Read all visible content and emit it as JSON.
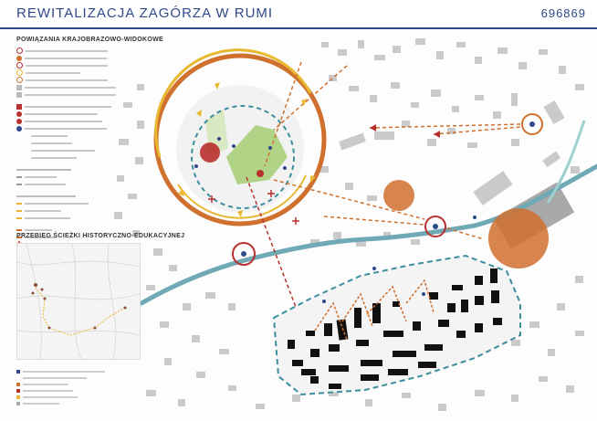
{
  "header": {
    "title": "REWITALIZACJA ZAGÓRZA W RUMI",
    "code": "696869"
  },
  "sections": {
    "landscape_title": "POWIĄZANIA KRAJOBRAZOWO-WIDOKOWE",
    "path_title": "PRZEBIEG ŚCIEŻKI HISTORYCZNO-EDUKACYJNEJ"
  },
  "colors": {
    "accent_blue": "#2e4a8a",
    "orange": "#d0702e",
    "yellow": "#e8b930",
    "red": "#b8302e",
    "green": "#a8cf7a",
    "river": "#6fa9b5",
    "building": "#c9c9c9",
    "teal_dash": "#3c8e9e"
  },
  "legend_groups": [
    {
      "items": [
        "circle-red",
        "circle-orange",
        "circle-red",
        "circle-yellow",
        "circle-orange",
        "square-gray",
        "square-gray"
      ]
    },
    {
      "items": [
        "square-red",
        "circle-red",
        "circle-red",
        "circle-blue"
      ]
    },
    {
      "items": [
        "line-gray",
        "line-gray"
      ]
    },
    {
      "items": [
        "line-yellow",
        "line-yellow",
        "line-yellow"
      ]
    },
    {
      "items": [
        "line-orange",
        "line-orange",
        "cross-red",
        "arrow-red"
      ]
    }
  ]
}
